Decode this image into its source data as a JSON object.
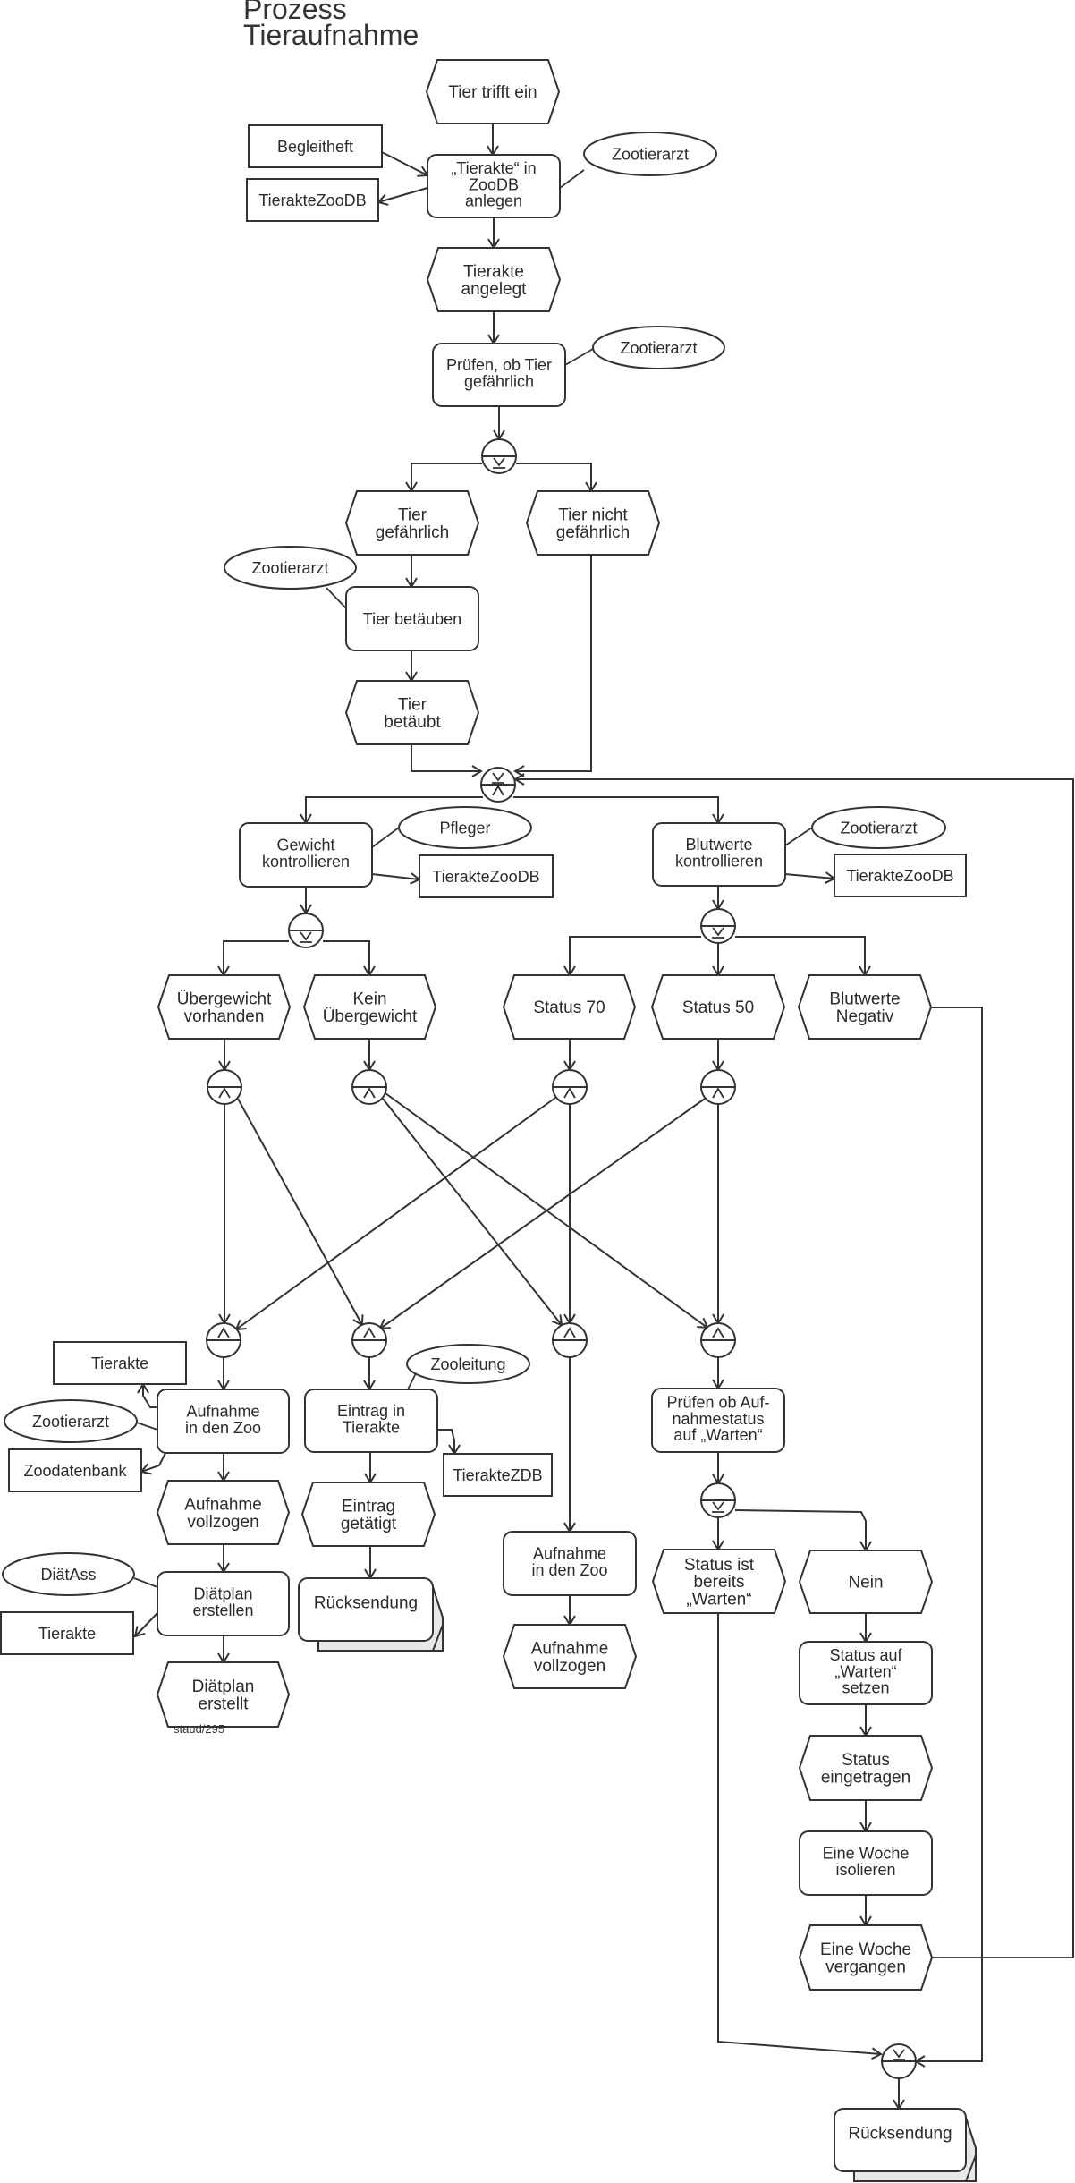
{
  "title": [
    "Prozess",
    "Tieraufnahme"
  ],
  "footnote": "staud/295",
  "colors": {
    "stroke": "#333333",
    "fill": "#ffffff",
    "shadow": "#e8e8e8",
    "text": "#2b2b2b"
  },
  "nodes": [
    {
      "id": "e_tier_trifft_ein",
      "type": "event",
      "label": [
        "Tier trifft ein"
      ]
    },
    {
      "id": "f_tierakte_anlegen",
      "type": "function",
      "label": [
        "„Tierakte“ in",
        "ZooDB",
        "anlegen"
      ]
    },
    {
      "id": "d_begleitheft",
      "type": "document",
      "label": [
        "Begleitheft"
      ]
    },
    {
      "id": "d_tierakte_zoodb_1",
      "type": "document",
      "label": [
        "TierakteZooDB"
      ]
    },
    {
      "id": "r_zootierarzt_1",
      "type": "role",
      "label": [
        "Zootierarzt"
      ]
    },
    {
      "id": "e_tierakte_angelegt",
      "type": "event",
      "label": [
        "Tierakte",
        "angelegt"
      ]
    },
    {
      "id": "f_pruefen_gefaehrlich",
      "type": "function",
      "label": [
        "Prüfen, ob Tier",
        "gefährlich"
      ]
    },
    {
      "id": "r_zootierarzt_2",
      "type": "role",
      "label": [
        "Zootierarzt"
      ]
    },
    {
      "id": "c_xor_split_1",
      "type": "connector",
      "operator": "XOR",
      "mode": "split"
    },
    {
      "id": "e_tier_gefaehrlich",
      "type": "event",
      "label": [
        "Tier",
        "gefährlich"
      ]
    },
    {
      "id": "e_tier_nicht_gefaehrlich",
      "type": "event",
      "label": [
        "Tier nicht",
        "gefährlich"
      ]
    },
    {
      "id": "r_zootierarzt_3",
      "type": "role",
      "label": [
        "Zootierarzt"
      ]
    },
    {
      "id": "f_tier_betaeuben",
      "type": "function",
      "label": [
        "Tier betäuben"
      ]
    },
    {
      "id": "e_tier_betaeubt",
      "type": "event",
      "label": [
        "Tier",
        "betäubt"
      ]
    },
    {
      "id": "c_xor_and_1",
      "type": "connector",
      "operator": "XOR/AND",
      "mode": "join-split"
    },
    {
      "id": "f_gewicht",
      "type": "function",
      "label": [
        "Gewicht",
        "kontrollieren"
      ]
    },
    {
      "id": "r_pfleger",
      "type": "role",
      "label": [
        "Pfleger"
      ]
    },
    {
      "id": "d_tierakte_zoodb_2",
      "type": "document",
      "label": [
        "TierakteZooDB"
      ]
    },
    {
      "id": "f_blutwerte",
      "type": "function",
      "label": [
        "Blutwerte",
        "kontrollieren"
      ]
    },
    {
      "id": "r_zootierarzt_4",
      "type": "role",
      "label": [
        "Zootierarzt"
      ]
    },
    {
      "id": "d_tierakte_zoodb_3",
      "type": "document",
      "label": [
        "TierakteZooDB"
      ]
    },
    {
      "id": "c_xor_split_2",
      "type": "connector",
      "operator": "XOR",
      "mode": "split"
    },
    {
      "id": "c_xor_split_3",
      "type": "connector",
      "operator": "XOR",
      "mode": "split"
    },
    {
      "id": "e_uebergewicht",
      "type": "event",
      "label": [
        "Übergewicht",
        "vorhanden"
      ]
    },
    {
      "id": "e_kein_uebergewicht",
      "type": "event",
      "label": [
        "Kein",
        "Übergewicht"
      ]
    },
    {
      "id": "e_status_70",
      "type": "event",
      "label": [
        "Status 70"
      ]
    },
    {
      "id": "e_status_50",
      "type": "event",
      "label": [
        "Status 50"
      ]
    },
    {
      "id": "e_blutwerte_negativ",
      "type": "event",
      "label": [
        "Blutwerte",
        "Negativ"
      ]
    },
    {
      "id": "c_and_split_1",
      "type": "connector",
      "operator": "AND",
      "mode": "split"
    },
    {
      "id": "c_and_split_2",
      "type": "connector",
      "operator": "AND",
      "mode": "split"
    },
    {
      "id": "c_and_split_3",
      "type": "connector",
      "operator": "AND",
      "mode": "split"
    },
    {
      "id": "c_and_split_4",
      "type": "connector",
      "operator": "AND",
      "mode": "split"
    },
    {
      "id": "c_and_join_1",
      "type": "connector",
      "operator": "AND",
      "mode": "join"
    },
    {
      "id": "c_and_join_2",
      "type": "connector",
      "operator": "AND",
      "mode": "join"
    },
    {
      "id": "c_and_join_3",
      "type": "connector",
      "operator": "AND",
      "mode": "join"
    },
    {
      "id": "c_and_join_4",
      "type": "connector",
      "operator": "AND",
      "mode": "join"
    },
    {
      "id": "d_tierakte_1",
      "type": "document",
      "label": [
        "Tierakte"
      ]
    },
    {
      "id": "r_zootierarzt_5",
      "type": "role",
      "label": [
        "Zootierarzt"
      ]
    },
    {
      "id": "d_zoodatenbank",
      "type": "document",
      "label": [
        "Zoodatenbank"
      ]
    },
    {
      "id": "f_aufnahme_zoo_1",
      "type": "function",
      "label": [
        "Aufnahme",
        "in den Zoo"
      ]
    },
    {
      "id": "e_aufnahme_vollzogen_1",
      "type": "event",
      "label": [
        "Aufnahme",
        "vollzogen"
      ]
    },
    {
      "id": "r_diaetass",
      "type": "role",
      "label": [
        "DiätAss"
      ]
    },
    {
      "id": "f_diaetplan_erstellen",
      "type": "function",
      "label": [
        "Diätplan",
        "erstellen"
      ]
    },
    {
      "id": "d_tierakte_2",
      "type": "document",
      "label": [
        "Tierakte"
      ]
    },
    {
      "id": "e_diaetplan_erstellt",
      "type": "event",
      "label": [
        "Diätplan",
        "erstellt"
      ]
    },
    {
      "id": "r_zooleitung",
      "type": "role",
      "label": [
        "Zooleitung"
      ]
    },
    {
      "id": "f_eintrag_tierakte",
      "type": "function",
      "label": [
        "Eintrag in",
        "Tierakte"
      ]
    },
    {
      "id": "d_tierakte_zdb",
      "type": "document",
      "label": [
        "TierakteZDB"
      ]
    },
    {
      "id": "e_eintrag_getaetigt",
      "type": "event",
      "label": [
        "Eintrag",
        "getätigt"
      ]
    },
    {
      "id": "p_ruecksendung_1",
      "type": "process",
      "label": [
        "Rücksendung"
      ]
    },
    {
      "id": "f_aufnahme_zoo_2",
      "type": "function",
      "label": [
        "Aufnahme",
        "in den Zoo"
      ]
    },
    {
      "id": "e_aufnahme_vollzogen_2",
      "type": "event",
      "label": [
        "Aufnahme",
        "vollzogen"
      ]
    },
    {
      "id": "f_pruefen_status",
      "type": "function",
      "label": [
        "Prüfen ob Auf-",
        "nahmestatus",
        "auf „Warten“"
      ]
    },
    {
      "id": "c_xor_split_4",
      "type": "connector",
      "operator": "XOR",
      "mode": "split"
    },
    {
      "id": "e_status_warten",
      "type": "event",
      "label": [
        "Status ist",
        "bereits",
        "„Warten“"
      ]
    },
    {
      "id": "e_nein",
      "type": "event",
      "label": [
        "Nein"
      ]
    },
    {
      "id": "f_status_setzen",
      "type": "function",
      "label": [
        "Status auf",
        "„Warten“",
        "setzen"
      ]
    },
    {
      "id": "e_status_eingetragen",
      "type": "event",
      "label": [
        "Status",
        "eingetragen"
      ]
    },
    {
      "id": "f_woche_isolieren",
      "type": "function",
      "label": [
        "Eine Woche",
        "isolieren"
      ]
    },
    {
      "id": "e_woche_vergangen",
      "type": "event",
      "label": [
        "Eine Woche",
        "vergangen"
      ]
    },
    {
      "id": "c_xor_join_final",
      "type": "connector",
      "operator": "XOR",
      "mode": "join"
    },
    {
      "id": "p_ruecksendung_2",
      "type": "process",
      "label": [
        "Rücksendung"
      ]
    }
  ],
  "operators": {
    "XOR": "⊻",
    "AND": "∧"
  }
}
